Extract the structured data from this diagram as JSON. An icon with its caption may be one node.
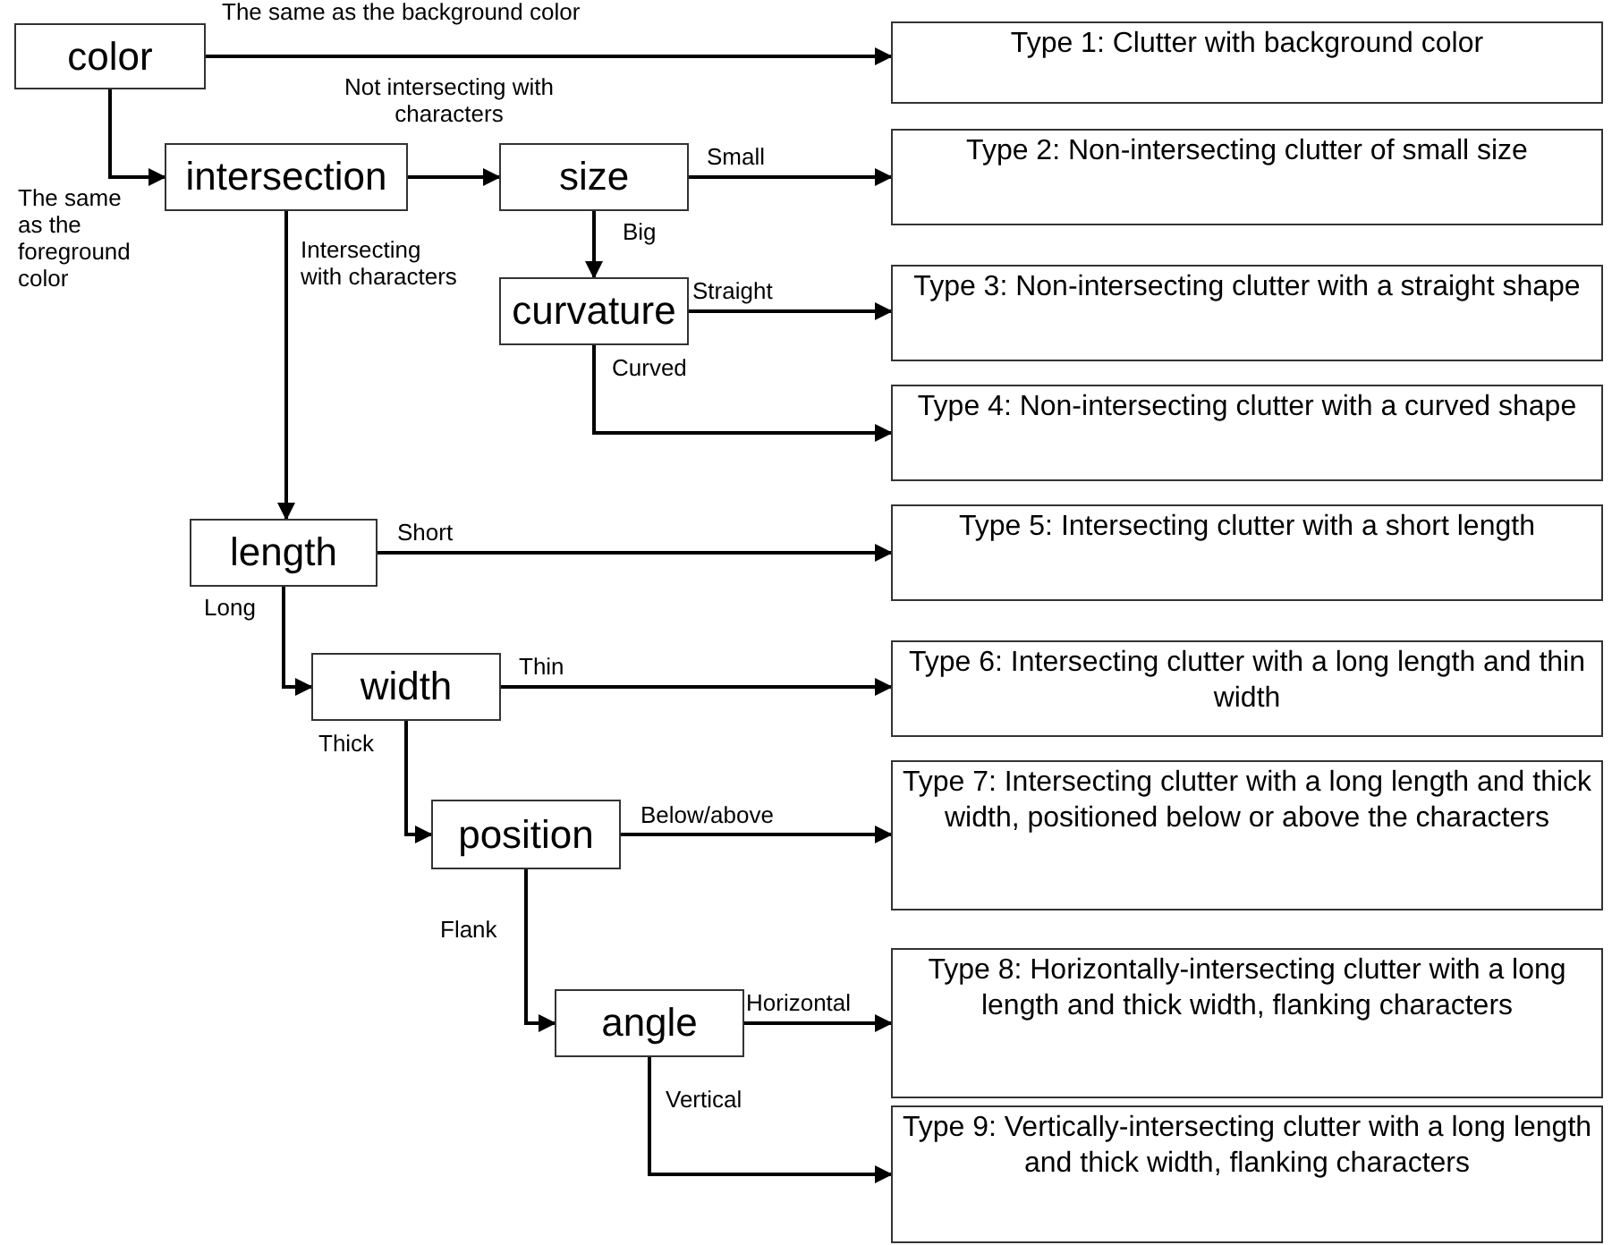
{
  "diagram": {
    "nodes": [
      {
        "text": [
          "color"
        ]
      },
      {
        "text": [
          "intersection"
        ]
      },
      {
        "text": [
          "size"
        ]
      },
      {
        "text": [
          "curvature"
        ]
      },
      {
        "text": [
          "length"
        ]
      },
      {
        "text": [
          "width"
        ]
      },
      {
        "text": [
          "position"
        ]
      },
      {
        "text": [
          "angle"
        ]
      },
      {
        "text": [
          "Type 1: Clutter with background color"
        ]
      },
      {
        "text": [
          "Type 2: Non-intersecting clutter of small size"
        ]
      },
      {
        "text": [
          "Type 3: Non-intersecting clutter with a straight shape"
        ]
      },
      {
        "text": [
          "Type 4: Non-intersecting clutter with a curved shape"
        ]
      },
      {
        "text": [
          "Type 5: Intersecting clutter with a short length"
        ]
      },
      {
        "text": [
          "Type 6: Intersecting clutter with a long length and thin width"
        ]
      },
      {
        "text": [
          "Type 7: Intersecting clutter with a long length and thick width, positioned below or above the characters"
        ]
      },
      {
        "text": [
          "Type 8: Horizontally-intersecting clutter with a long length and thick width, flanking characters"
        ]
      },
      {
        "text": [
          "Type 9: Vertically-intersecting clutter with a long length and thick width, flanking characters"
        ]
      }
    ],
    "edges": [
      {
        "from": 0,
        "to": 8,
        "arrow": "to",
        "label": "The same as the background color"
      },
      {
        "from": 0,
        "to": 1,
        "arrow": "to",
        "label": "The same as the foreground color"
      },
      {
        "from": 1,
        "to": 2,
        "arrow": "to",
        "label": "Not intersecting with characters"
      },
      {
        "from": 2,
        "to": 9,
        "arrow": "to",
        "label": "Small"
      },
      {
        "from": 2,
        "to": 3,
        "arrow": "to",
        "label": "Big"
      },
      {
        "from": 3,
        "to": 10,
        "arrow": "to",
        "label": "Straight"
      },
      {
        "from": 3,
        "to": 11,
        "arrow": "to",
        "label": "Curved"
      },
      {
        "from": 1,
        "to": 4,
        "arrow": "to",
        "label": "Intersecting with characters"
      },
      {
        "from": 4,
        "to": 12,
        "arrow": "to",
        "label": "Short"
      },
      {
        "from": 4,
        "to": 5,
        "arrow": "to",
        "label": "Long"
      },
      {
        "from": 5,
        "to": 13,
        "arrow": "to",
        "label": "Thin"
      },
      {
        "from": 5,
        "to": 6,
        "arrow": "to",
        "label": "Thick"
      },
      {
        "from": 6,
        "to": 14,
        "arrow": "to",
        "label": "Below/above"
      },
      {
        "from": 6,
        "to": 7,
        "arrow": "to",
        "label": "Flank"
      },
      {
        "from": 7,
        "to": 15,
        "arrow": "to",
        "label": "Horizontal"
      },
      {
        "from": 7,
        "to": 16,
        "arrow": "to",
        "label": "Vertical"
      }
    ]
  }
}
